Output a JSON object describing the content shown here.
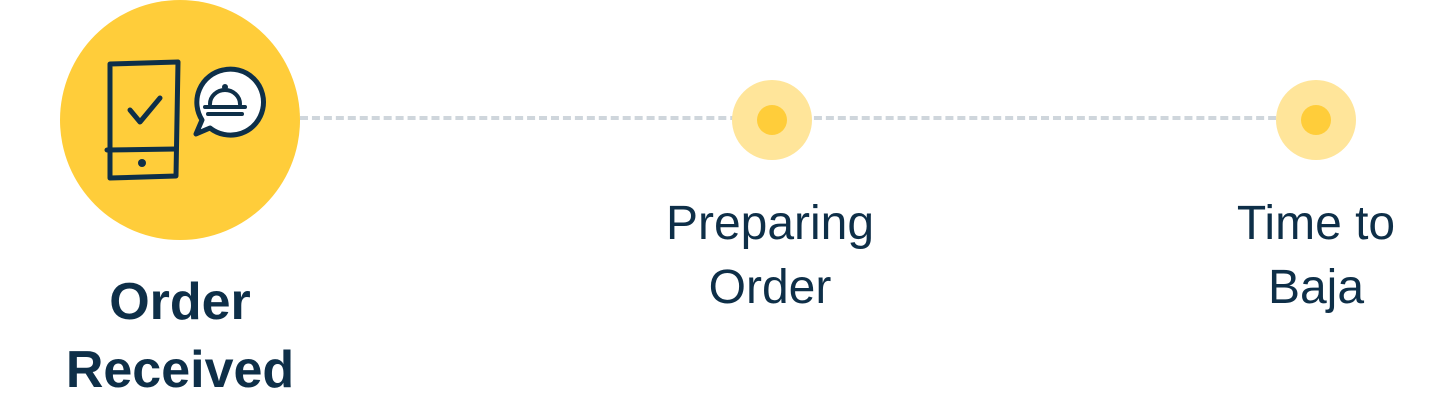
{
  "steps": [
    {
      "line1": "Order",
      "line2": "Received",
      "state": "active",
      "icon": "phone-order-check-icon"
    },
    {
      "line1": "Preparing",
      "line2": "Order",
      "state": "pending"
    },
    {
      "line1": "Time to",
      "line2": "Baja",
      "state": "pending"
    }
  ],
  "colors": {
    "active_fill": "#ffcd3a",
    "pending_halo": "#ffe59a",
    "pending_dot": "#ffcd3a",
    "connector": "#cfd6dc",
    "text": "#0e2f48"
  }
}
